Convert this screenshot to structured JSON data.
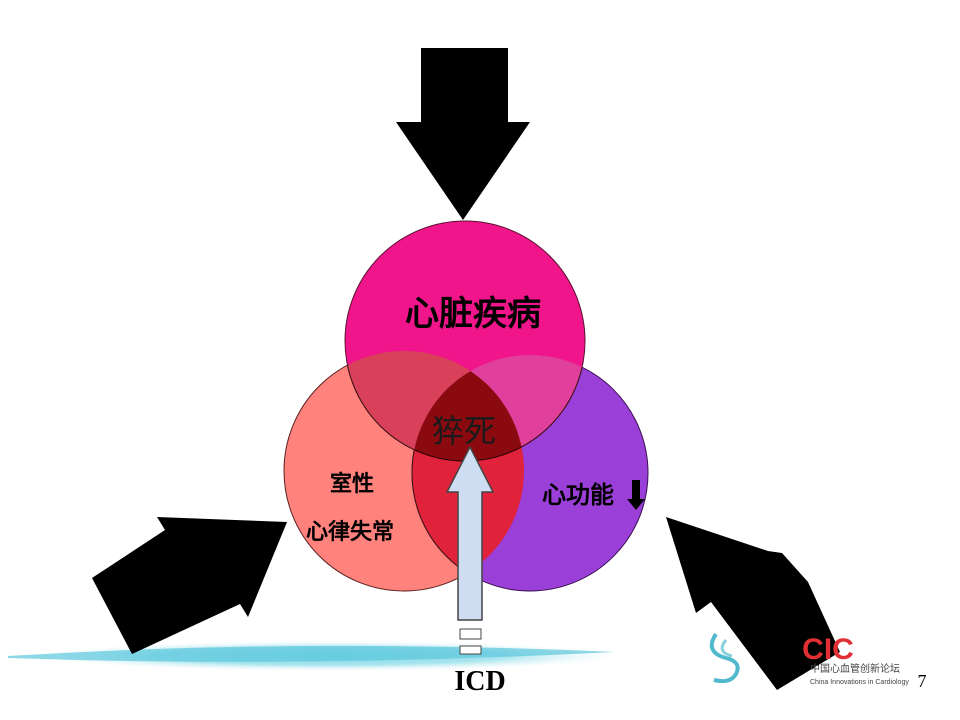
{
  "circles": {
    "top": {
      "label": "心脏疾病",
      "color": "#F0158A"
    },
    "left": {
      "label_line1": "室性",
      "label_line2": "心律失常",
      "color": "#FF827C"
    },
    "right": {
      "label": "心功能",
      "color": "#9B3FD9"
    }
  },
  "center": {
    "label": "猝死",
    "color": "#8B0A10"
  },
  "overlaps": {
    "top_left": "#D9405A",
    "top_right": "#E0409C",
    "left_right": "#E0233A"
  },
  "icd": {
    "label": "ICD",
    "arrow_color": "#CFDDF2"
  },
  "logo": {
    "letters": "CIC",
    "letters_color": "#E03036",
    "chinese": "中国心血管创新论坛",
    "english": "China Innovations in Cardiology"
  },
  "page_number": "7",
  "arrow_icons": [
    "arrow-down-icon",
    "arrow-up-right-icon",
    "arrow-up-left-icon",
    "arrow-down-icon"
  ]
}
